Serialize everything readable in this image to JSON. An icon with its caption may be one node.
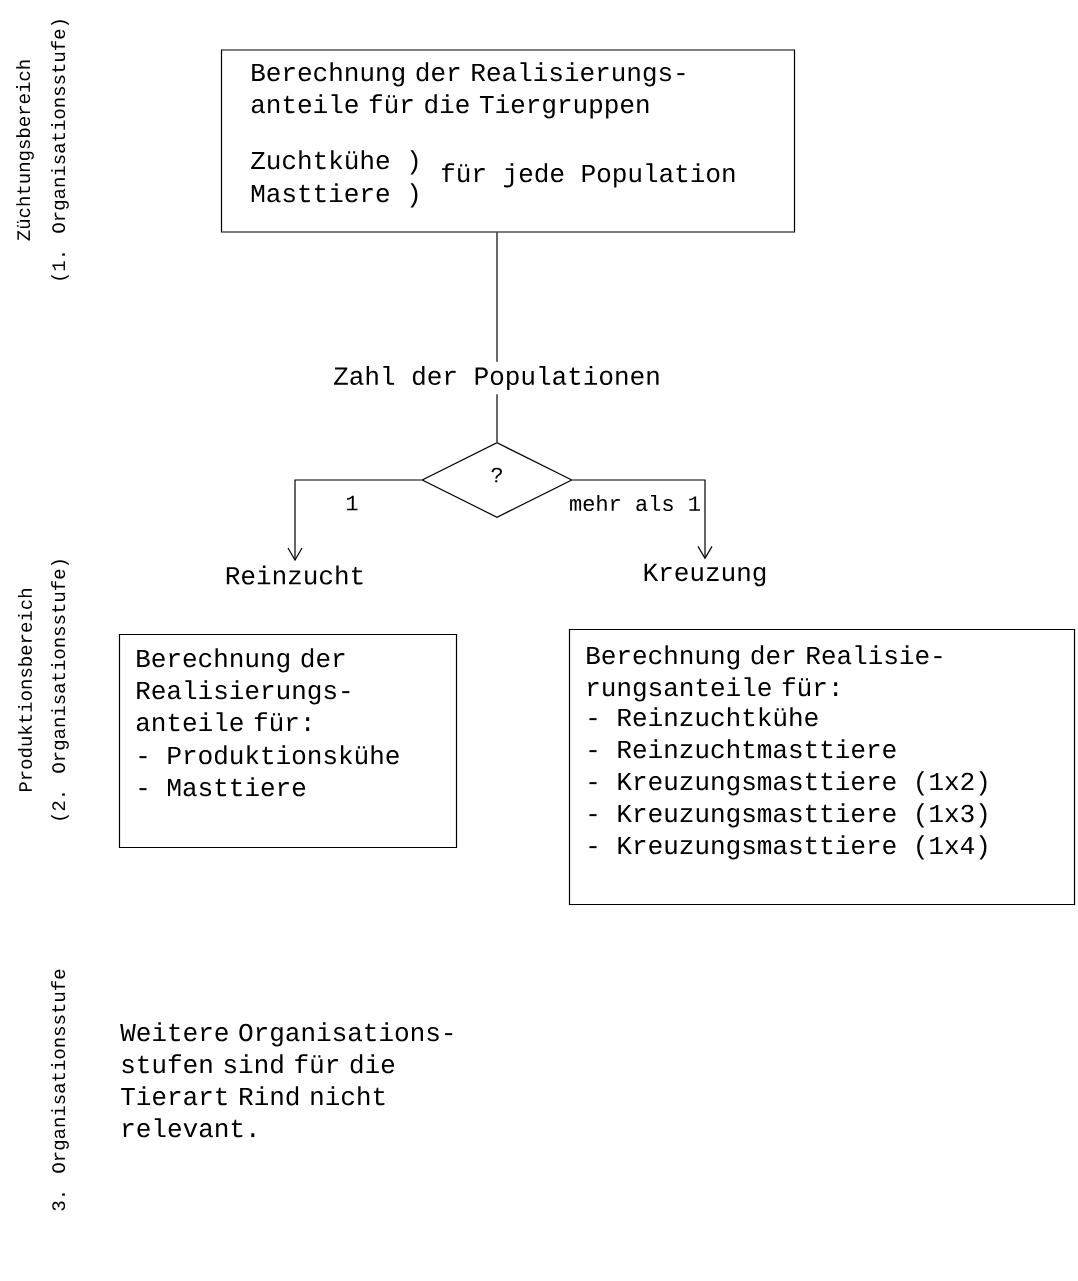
{
  "diagram": {
    "nodes": [
      {
        "text": [
          "Berechnung der Realisierungs-anteile für die Tiergruppen",
          "Zuchtkühe )",
          "Masttiere )",
          "für jede Population"
        ]
      },
      {
        "text": [
          "Zahl der Populationen"
        ]
      },
      {
        "text": [
          "?"
        ]
      },
      {
        "text": [
          "Reinzucht"
        ]
      },
      {
        "text": [
          "Kreuzung"
        ]
      },
      {
        "text": [
          "Berechnung der Realisierungs-anteile für:",
          "- Produktionskühe",
          "- Masttiere"
        ]
      },
      {
        "text": [
          "Berechnung der Realisie-rungsanteile für:",
          "- Reinzuchtkühe",
          "- Reinzuchtmasttiere",
          "- Kreuzungsmasttiere (1x2)",
          "- Kreuzungsmasttiere (1x3)",
          "- Kreuzungsmasttiere (1x4)"
        ]
      }
    ],
    "edges": [
      {
        "from": 0,
        "to": 1,
        "arrow": "none"
      },
      {
        "from": 1,
        "to": 2,
        "arrow": "none"
      },
      {
        "from": 2,
        "to": 3,
        "arrow": "to",
        "label": "1"
      },
      {
        "from": 2,
        "to": 4,
        "arrow": "to",
        "label": "mehr als 1"
      }
    ],
    "labels": [
      "Züchtungsbereich",
      "(1. Organisationsstufe)",
      "Produktionsbereich",
      "(2. Organisationsstufe)",
      "3. Organisationsstufe",
      "Weitere Organisations-stufen sind für die Tierart Rind nicht relevant."
    ]
  }
}
